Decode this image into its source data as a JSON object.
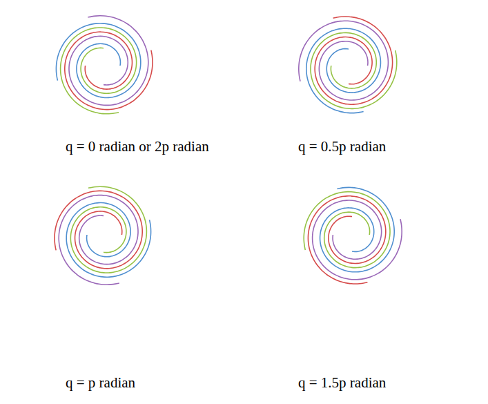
{
  "diagram": {
    "labels": [
      "q = 0 radian or 2p radian",
      "q = 0.5p radian",
      "q = p radian",
      "q = 1.5p radian"
    ]
  }
}
